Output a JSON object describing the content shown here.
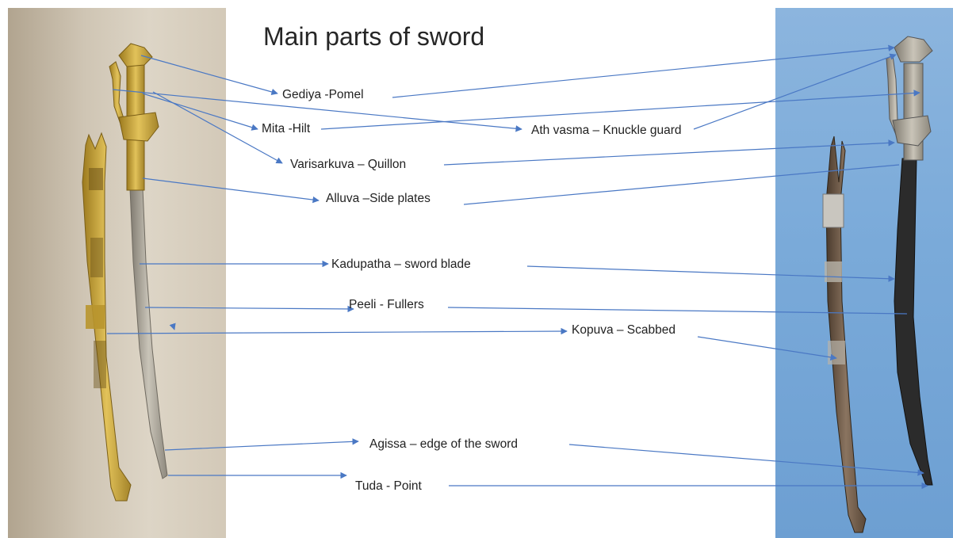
{
  "title": "Main parts of sword",
  "labels": {
    "pommel": "Gediya -Pomel",
    "hilt": "Mita -Hilt",
    "knuckle_guard": "Ath vasma – Knuckle guard",
    "quillon": "Varisarkuva – Quillon",
    "side_plates": "Alluva –Side plates",
    "blade": "Kadupatha – sword blade",
    "fullers": "Peeli - Fullers",
    "scabbard": "Kopuva – Scabbed",
    "edge": "Agissa – edge of the sword",
    "point": "Tuda - Point"
  },
  "colors": {
    "arrow": "#4a78c4",
    "left_background": "#d3c9b8",
    "right_background": "#7aaad9",
    "gold": "#c9a43a",
    "steel": "#9a968c",
    "dark_blade": "#2b2b2b"
  }
}
